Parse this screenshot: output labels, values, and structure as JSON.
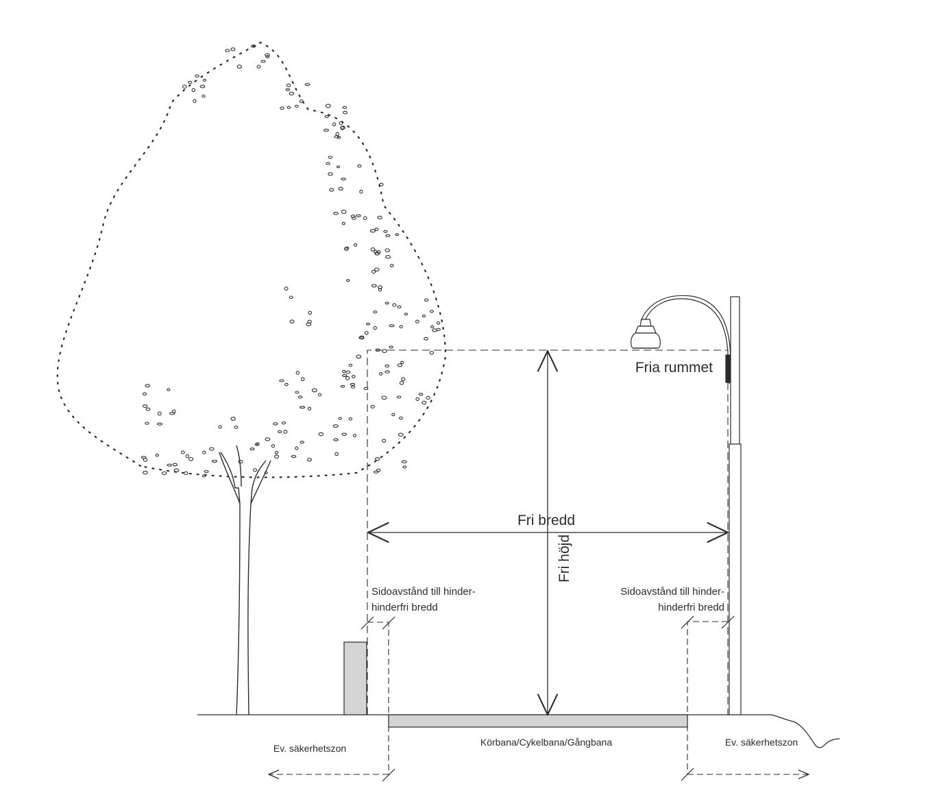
{
  "labels": {
    "fria_rummet": "Fria rummet",
    "fri_bredd": "Fri bredd",
    "fri_hojd": "Fri höjd",
    "sido_left_line1": "Sidoavstånd till hinder-",
    "sido_left_line2": "hinderfri bredd",
    "sido_right_line1": "Sidoavstånd till hinder-",
    "sido_right_line2": "hinderfri bredd",
    "sakerhetszon_left": "Ev. säkerhetszon",
    "sakerhetszon_right": "Ev. säkerhetszon",
    "korbana": "Körbana/Cykelbana/Gångbana"
  },
  "colors": {
    "line": "#2b2b2b",
    "fill_gray": "#d4d4d4",
    "background": "#ffffff"
  }
}
